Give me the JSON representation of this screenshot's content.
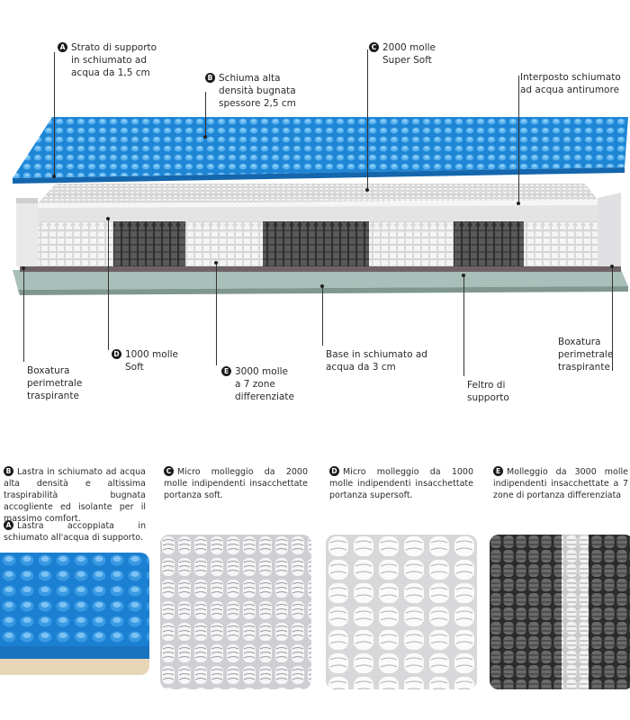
{
  "diagram": {
    "callouts": {
      "a": {
        "badge": "A",
        "lines": [
          "Strato di supporto",
          "in schiumato ad",
          "acqua da 1,5 cm"
        ]
      },
      "b": {
        "badge": "B",
        "lines": [
          "Schiuma alta",
          "densità bugnata",
          "spessore 2,5 cm"
        ]
      },
      "c": {
        "badge": "C",
        "lines": [
          "2000 molle",
          "Super Soft"
        ]
      },
      "interposto": {
        "lines": [
          "Interposto schiumato",
          "ad acqua antirumore"
        ]
      },
      "boxatura_left": {
        "lines": [
          "Boxatura",
          "perimetrale",
          "traspirante"
        ]
      },
      "d": {
        "badge": "D",
        "lines": [
          "1000 molle",
          "Soft"
        ]
      },
      "e": {
        "badge": "E",
        "lines": [
          "3000 molle",
          "a 7 zone",
          "differenziate"
        ]
      },
      "base": {
        "lines": [
          "Base in schiumato ad",
          "acqua da 3 cm"
        ]
      },
      "feltro": {
        "lines": [
          "Feltro di",
          "supporto"
        ]
      },
      "boxatura_right": {
        "lines": [
          "Boxatura",
          "perimetrale",
          "traspirante"
        ]
      }
    }
  },
  "legend": {
    "b": {
      "badge": "B",
      "text": "Lastra in schiumato ad acqua alta densità e altissima traspirabilità bugnata accogliente ed isolante per il massimo comfort."
    },
    "a": {
      "badge": "A",
      "text": "Lastra accoppiata in schiumato all'acqua di supporto."
    },
    "c": {
      "badge": "C",
      "text": "Micro molleggio da 2000 molle indipendenti insacchettate portanza soft."
    },
    "d": {
      "badge": "D",
      "text": "Micro molleggio da 1000 molle indipendenti insacchettate portanza supersoft."
    },
    "e": {
      "badge": "E",
      "text": "Molleggio da 3000 molle indipendenti insacchettate a 7 zone di portanza differenziata"
    }
  },
  "colors": {
    "foam_blue": "#1e86d8",
    "foam_blue_light": "#4aa8ea",
    "base_green": "#9bb3ad",
    "spring_light": "#e8e8e8",
    "spring_dark": "#4a4a4a"
  }
}
